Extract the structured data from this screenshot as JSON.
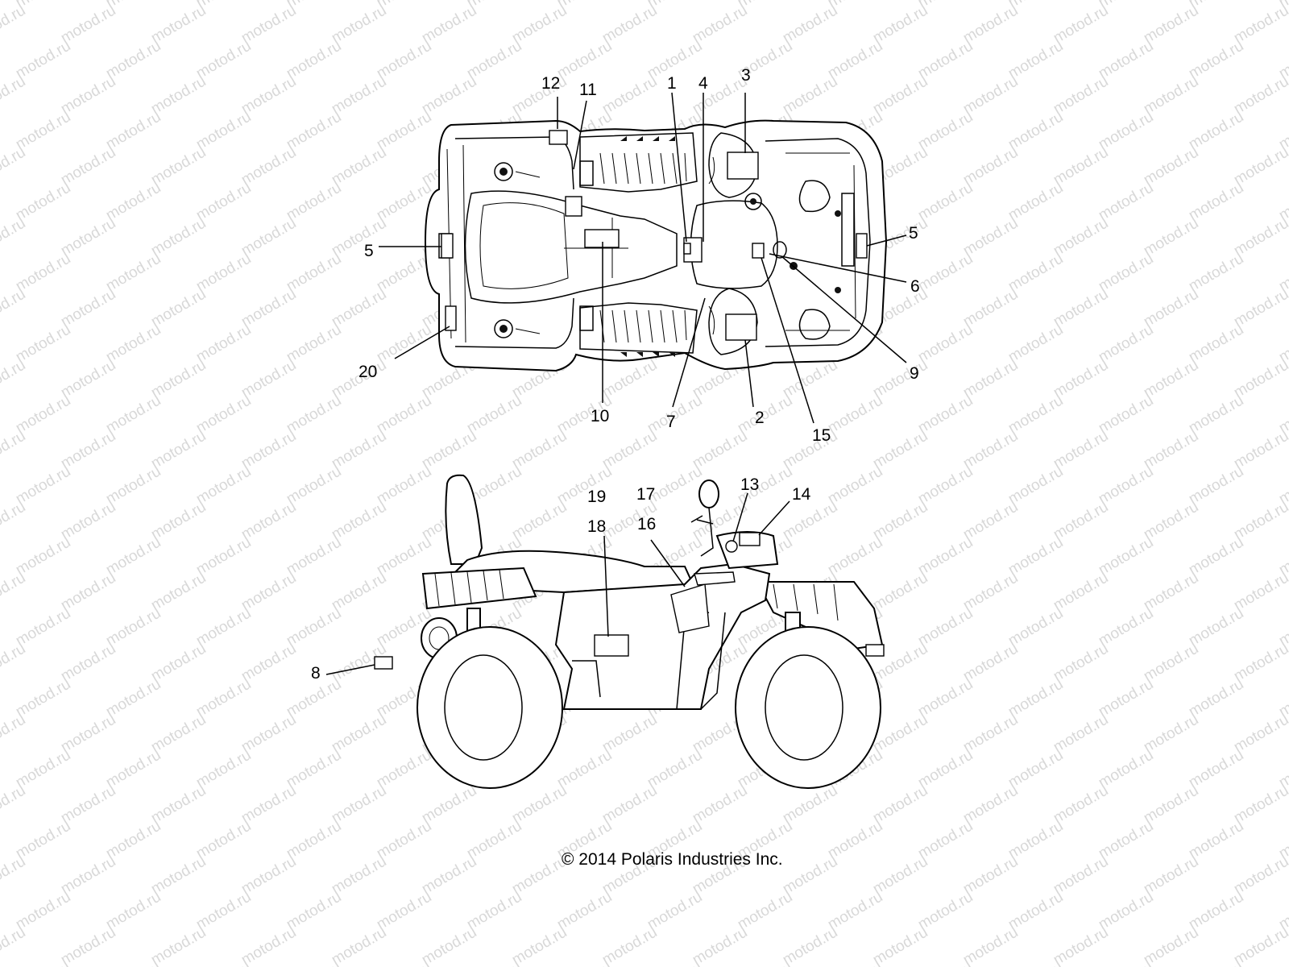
{
  "watermark": {
    "text": "motod.ru"
  },
  "copyright": "© 2014  Polaris Industries Inc.",
  "top_view": {
    "callouts": [
      {
        "id": "c1",
        "label": "1"
      },
      {
        "id": "c2",
        "label": "2"
      },
      {
        "id": "c3",
        "label": "3"
      },
      {
        "id": "c4",
        "label": "4"
      },
      {
        "id": "c5a",
        "label": "5"
      },
      {
        "id": "c5b",
        "label": "5"
      },
      {
        "id": "c6",
        "label": "6"
      },
      {
        "id": "c7",
        "label": "7"
      },
      {
        "id": "c9",
        "label": "9"
      },
      {
        "id": "c10",
        "label": "10"
      },
      {
        "id": "c11",
        "label": "11"
      },
      {
        "id": "c12",
        "label": "12"
      },
      {
        "id": "c15",
        "label": "15"
      },
      {
        "id": "c20",
        "label": "20"
      }
    ]
  },
  "side_view": {
    "callouts": [
      {
        "id": "c8",
        "label": "8"
      },
      {
        "id": "c13",
        "label": "13"
      },
      {
        "id": "c14",
        "label": "14"
      },
      {
        "id": "c16",
        "label": "16"
      },
      {
        "id": "c17",
        "label": "17"
      },
      {
        "id": "c18",
        "label": "18"
      },
      {
        "id": "c19",
        "label": "19"
      }
    ]
  }
}
